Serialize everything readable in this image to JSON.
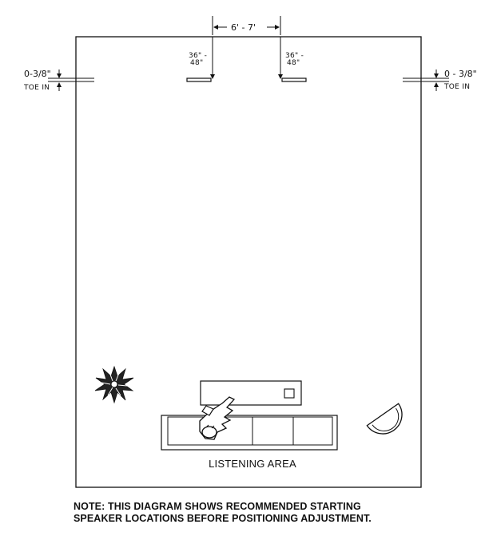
{
  "dimensions": {
    "speaker_spacing": "6' - 7'",
    "left_wall_distance": "36\" -",
    "left_wall_distance_2": "48\"",
    "right_wall_distance": "36\" -",
    "right_wall_distance_2": "48\"",
    "left_toe_in": "0-3/8\"",
    "left_toe_in_label": "TOE IN",
    "right_toe_in": "0 - 3/8\"",
    "right_toe_in_label": "TOE IN"
  },
  "labels": {
    "listening_area": "LISTENING AREA"
  },
  "note": {
    "line1": "NOTE: THIS DIAGRAM SHOWS RECOMMENDED STARTING",
    "line2": "SPEAKER LOCATIONS BEFORE POSITIONING ADJUSTMENT."
  }
}
